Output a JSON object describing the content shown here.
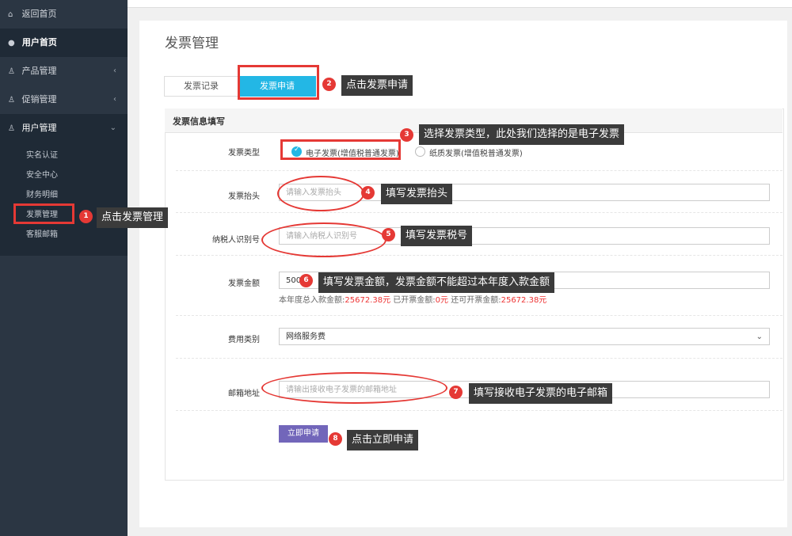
{
  "sidebar": {
    "items": [
      {
        "icon": "home-icon",
        "label": "返回首页"
      },
      {
        "icon": "user-icon",
        "label": "用户首页"
      },
      {
        "icon": "flask-icon",
        "label": "产品管理",
        "arrow": "‹"
      },
      {
        "icon": "flask-icon",
        "label": "促销管理",
        "arrow": "‹"
      },
      {
        "icon": "flask-icon",
        "label": "用户管理",
        "arrow": "⌄"
      }
    ],
    "subitems": [
      "实名认证",
      "安全中心",
      "财务明细",
      "发票管理",
      "客服邮箱"
    ]
  },
  "page": {
    "title": "发票管理"
  },
  "tabs": {
    "records": "发票记录",
    "apply": "发票申请"
  },
  "form": {
    "section_title": "发票信息填写",
    "invoice_type": {
      "label": "发票类型",
      "option_electronic": "电子发票(增值税普通发票)",
      "option_paper": "纸质发票(增值税普通发票)"
    },
    "invoice_header": {
      "label": "发票抬头",
      "placeholder": "请输入发票抬头"
    },
    "tax_id": {
      "label": "纳税人识别号",
      "placeholder": "请输入纳税人识别号"
    },
    "amount": {
      "label": "发票金额",
      "value": "500"
    },
    "amount_hint": {
      "part1": "本年度总入款金额:",
      "value1": "25672.38元",
      "part2": " 已开票金额:",
      "value2": "0元",
      "part3": " 还可开票金额:",
      "value3": "25672.38元"
    },
    "fee_category": {
      "label": "费用类别",
      "value": "网络服务费"
    },
    "email": {
      "label": "邮箱地址",
      "placeholder": "请输出接收电子发票的邮箱地址"
    },
    "submit": "立即申请"
  },
  "annotations": [
    {
      "num": "1",
      "text": "点击发票管理"
    },
    {
      "num": "2",
      "text": "点击发票申请"
    },
    {
      "num": "3",
      "text": "选择发票类型，此处我们选择的是电子发票"
    },
    {
      "num": "4",
      "text": "填写发票抬头"
    },
    {
      "num": "5",
      "text": "填写发票税号"
    },
    {
      "num": "6",
      "text": "填写发票金额，发票金额不能超过本年度入款金额"
    },
    {
      "num": "7",
      "text": "填写接收电子发票的电子邮箱"
    },
    {
      "num": "8",
      "text": "点击立即申请"
    }
  ],
  "colors": {
    "accent": "#23b7e5",
    "submit": "#7266ba",
    "sidebar": "#2b3643",
    "annotation_red": "#e53935"
  }
}
